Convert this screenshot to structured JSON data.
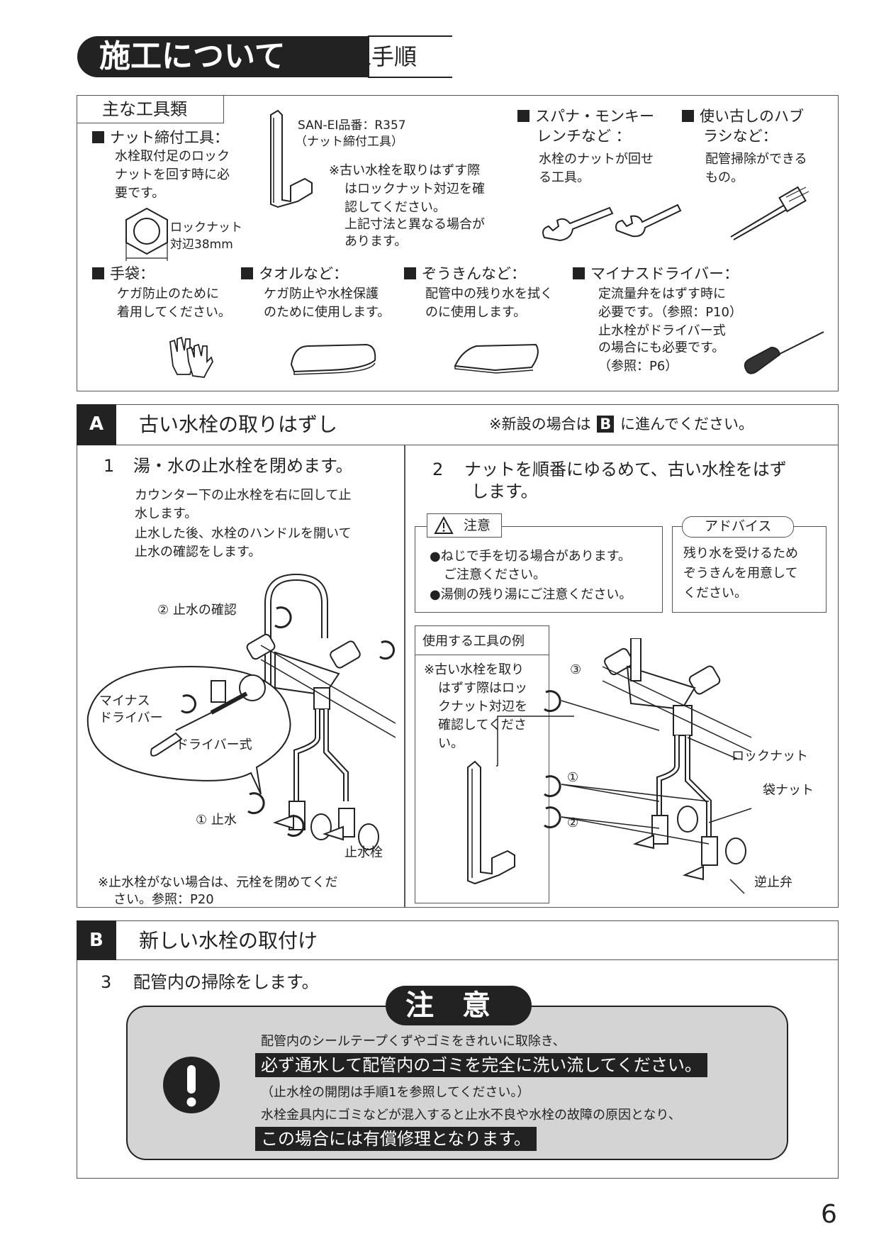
{
  "header": {
    "main_title": "施工について",
    "sub_title": "施工手順"
  },
  "tools": {
    "title": "主な工具類",
    "nut_tool": {
      "label": "ナット締付工具：",
      "desc1": "水栓取付足のロック",
      "desc2": "ナットを回す時に必",
      "desc3": "要です。",
      "locknut_label": "ロックナット",
      "locknut_size": "対辺38mm",
      "part_no": "SAN-EI品番：R357",
      "part_name": "（ナット締付工具）",
      "note1": "※古い水栓を取りはずす際",
      "note2": "はロックナット対辺を確",
      "note3": "認してください。",
      "note4": "上記寸法と異なる場合が",
      "note5": "あります。"
    },
    "spanner": {
      "label1": "スパナ・モンキー",
      "label2": "レンチなど ：",
      "desc1": "水栓のナットが回せ",
      "desc2": "る工具。"
    },
    "brush": {
      "label1": "使い古しのハブ",
      "label2": "ラシなど：",
      "desc1": "配管掃除ができる",
      "desc2": "もの。"
    },
    "gloves": {
      "label": "手袋：",
      "desc1": "ケガ防止のために",
      "desc2": "着用してください。"
    },
    "towel": {
      "label": "タオルなど：",
      "desc1": "ケガ防止や水栓保護",
      "desc2": "のために使用します。"
    },
    "rag": {
      "label": "ぞうきんなど：",
      "desc1": "配管中の残り水を拭く",
      "desc2": "のに使用します。"
    },
    "driver": {
      "label": "マイナスドライバー：",
      "desc1": "定流量弁をはずす時に",
      "desc2": "必要です。（参照：P10）",
      "desc3": "止水栓がドライバー式",
      "desc4": "の場合にも必要です。",
      "desc5": "（参照：P6）"
    }
  },
  "sectionA": {
    "letter": "A",
    "title": "古い水栓の取りはずし",
    "note_pre": "※新設の場合は",
    "note_letter": "B",
    "note_post": "に進んでください。",
    "step1": {
      "num": "1",
      "title": "湯・水の止水栓を閉めます。",
      "desc1": "カウンター下の止水栓を右に回して止",
      "desc2": "水します。",
      "desc3": "止水した後、水栓のハンドルを開いて",
      "desc4": "止水の確認をします。",
      "label_confirm": "② 止水の確認",
      "label_minus1": "マイナス",
      "label_minus2": "ドライバー",
      "label_drivertype": "ドライバー式",
      "label_stop": "① 止水",
      "label_stopvalve": "止水栓",
      "footnote1": "※止水栓がない場合は、元栓を閉めてくだ",
      "footnote2": "さい。参照：P20"
    },
    "step2": {
      "num": "2",
      "title1": "ナットを順番にゆるめて、古い水栓をはず",
      "title2": "します。",
      "caution_label": "注意",
      "caution1": "●ねじで手を切る場合があります。",
      "caution2": "ご注意ください。",
      "caution3": "●湯側の残り湯にご注意ください。",
      "advice_label": "アドバイス",
      "advice1": "残り水を受けるため",
      "advice2": "ぞうきんを用意して",
      "advice3": "ください。",
      "tool_ex_label": "使用する工具の例",
      "tool_ex1": "※古い水栓を取り",
      "tool_ex2": "はずす際はロッ",
      "tool_ex3": "クナット対辺を",
      "tool_ex4": "確認してくださ",
      "tool_ex5": "い。",
      "n3": "③",
      "n1": "①",
      "n2": "②",
      "label_locknut": "ロックナット",
      "label_bagnut": "袋ナット",
      "label_checkvalve": "逆止弁"
    }
  },
  "sectionB": {
    "letter": "B",
    "title": "新しい水栓の取付け",
    "step3": {
      "num": "3",
      "title": "配管内の掃除をします。"
    },
    "warning": {
      "label": "注　意",
      "line1": "配管内のシールテープくずやゴミをきれいに取除き、",
      "line2": "必ず通水して配管内のゴミを完全に洗い流してください。",
      "line3": "（止水栓の開閉は手順1を参照してください。）",
      "line4": "水栓金具内にゴミなどが混入すると止水不良や水栓の故障の原因となり、",
      "line5": "この場合には有償修理となります。"
    }
  },
  "page_number": "6"
}
